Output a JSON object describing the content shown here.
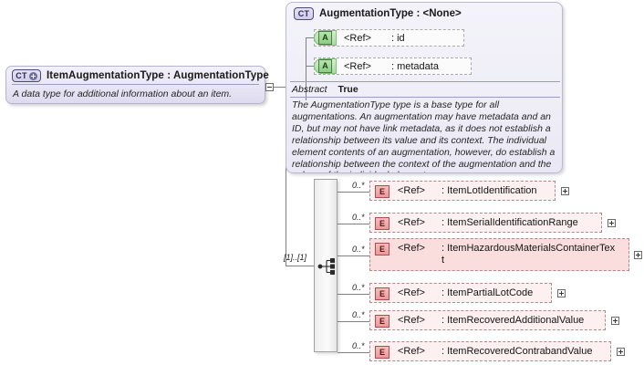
{
  "diagram": {
    "kind": "xsd-schema-diagram",
    "background_color": "#ffffff"
  },
  "main_type": {
    "badge": "CT",
    "badge_icon": "complextype-plus-icon",
    "title": "ItemAugmentationType : AugmentationType",
    "description": "A data type for additional information about an item.",
    "toggle": "collapse-minus-icon"
  },
  "base_type": {
    "badge": "CT",
    "badge_icon": "complextype-icon",
    "title": "AugmentationType : <None>",
    "attributes": [
      {
        "badge": "A",
        "ref": "<Ref>",
        "name": ": id"
      },
      {
        "badge": "A",
        "ref": "<Ref>",
        "name": ": metadata"
      }
    ],
    "properties": [
      {
        "key": "Abstract",
        "value": "True"
      }
    ],
    "description": "The AugmentationType type is a base type for all augmentations. An augmentation may have metadata and an ID, but may not have link metadata, as it does not establish a relationship between its value and its context. The individual element contents of an augmentation, however, do establish a relationship between the context of the augmentation and the values of the individual elements."
  },
  "compositor": {
    "icon": "sequence-icon",
    "cardinality": "[1]..[1]"
  },
  "elements": [
    {
      "badge": "E",
      "ref": "<Ref>",
      "name": ": ItemLotIdentification",
      "cardinality": "0..*",
      "expand": "expand-plus-icon"
    },
    {
      "badge": "E",
      "ref": "<Ref>",
      "name": ": ItemSerialIdentificationRange",
      "cardinality": "0..*",
      "expand": "expand-plus-icon"
    },
    {
      "badge": "E",
      "ref": "<Ref>",
      "name": ": ItemHazardousMaterialsContainerText",
      "cardinality": "0..*",
      "expand": "expand-plus-icon"
    },
    {
      "badge": "E",
      "ref": "<Ref>",
      "name": ": ItemPartialLotCode",
      "cardinality": "0..*",
      "expand": "expand-plus-icon"
    },
    {
      "badge": "E",
      "ref": "<Ref>",
      "name": ": ItemRecoveredAdditionalValue",
      "cardinality": "0..*",
      "expand": "expand-plus-icon"
    },
    {
      "badge": "E",
      "ref": "<Ref>",
      "name": ": ItemRecoveredContrabandValue",
      "cardinality": "0..*",
      "expand": "expand-plus-icon"
    }
  ],
  "colors": {
    "complextype_fill": "#eceaf6",
    "attribute_fill": "#a8dca0",
    "element_fill": "#fadede",
    "element_border": "#b08a8a",
    "line": "#808080"
  }
}
